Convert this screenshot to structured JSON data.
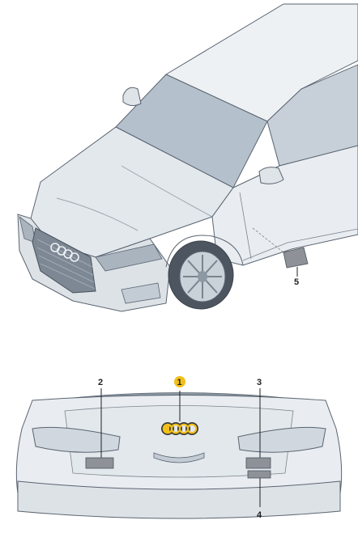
{
  "callouts": [
    {
      "id": "1",
      "label": "1",
      "highlighted": true
    },
    {
      "id": "2",
      "label": "2",
      "highlighted": false
    },
    {
      "id": "3",
      "label": "3",
      "highlighted": false
    },
    {
      "id": "4",
      "label": "4",
      "highlighted": false
    },
    {
      "id": "5",
      "label": "5",
      "highlighted": false
    }
  ],
  "colors": {
    "body_fill": "#e9edf1",
    "body_shade": "#d2d9e0",
    "outline": "#5a6470",
    "glass": "#b4c0cb",
    "dark_glass": "#8c98a4",
    "label_patch": "#8e9298",
    "highlight": "#f2c01a"
  },
  "icons": [
    "four-rings-emblem"
  ]
}
